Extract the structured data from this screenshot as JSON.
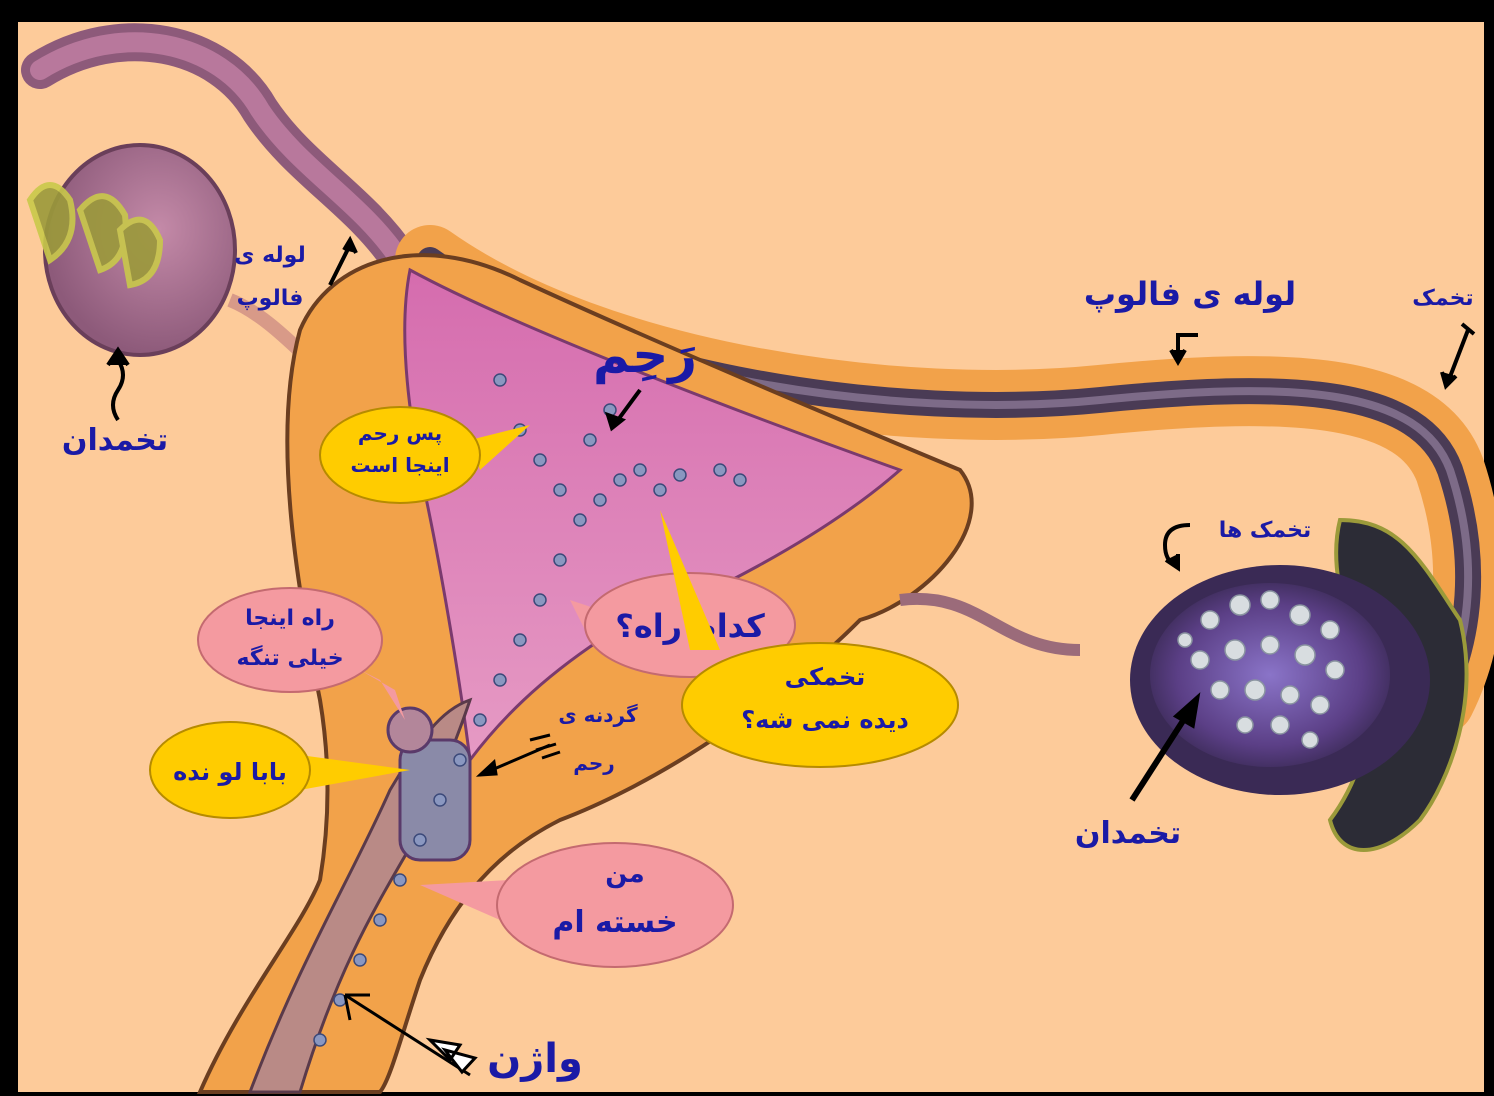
{
  "colors": {
    "background": "#FDCB9A",
    "frame": "#000000",
    "label_text": "#1A1AA6",
    "bubble_yellow": "#FFCC00",
    "bubble_pink": "#F49AA0",
    "uterus_outer": "#F2A24A",
    "uterus_inner": "#D77BB5",
    "tube_dark": "#4A3B55",
    "ovary_purple": "#5B3F86"
  },
  "labels": {
    "fallopian_left_l1": "لوله ی",
    "fallopian_left_l2": "فالوپ",
    "ovary_left": "تخمدان",
    "uterus": "رَحِم",
    "fallopian_right": "لوله ی فالوپ",
    "egg_top_right": "تخمک",
    "eggs": "تخمک ها",
    "ovary_right": "تخمدان",
    "cervix_l1": "گردنه ی",
    "cervix_l2": "رحم",
    "vagina": "واژن"
  },
  "bubbles": {
    "uterus_here_l1": "پس رحم",
    "uterus_here_l2": "اینجا است",
    "which_way": "کدام راه؟",
    "narrow_l1": "راه اینجا",
    "narrow_l2": "خیلی تنگه",
    "egg_seen_l1": "تخمکی",
    "egg_seen_l2": "دیده نمی شه؟",
    "dont_tell_dad": "بابا لو نده",
    "tired_l1": "من",
    "tired_l2": "خسته ام"
  },
  "icons": {
    "arrow_fallopian_left": "arrow-icon",
    "arrow_ovary_left": "wavy-arrow-icon",
    "arrow_uterus": "arrow-icon",
    "arrow_fallopian_right": "curved-arrow-icon",
    "arrow_egg_top": "arrow-icon",
    "arrow_eggs": "curved-arrow-icon",
    "arrow_ovary_right": "arrow-icon",
    "arrow_cervix": "feathered-arrow-icon",
    "arrow_vagina": "feathered-arrow-icon"
  }
}
